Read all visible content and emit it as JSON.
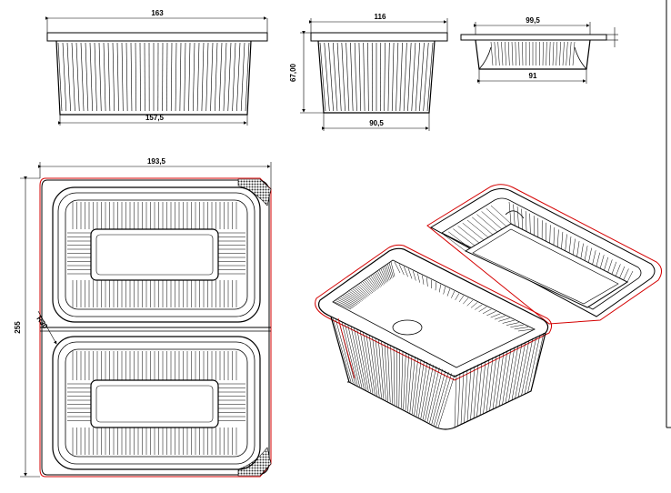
{
  "drawing": {
    "front_view": {
      "top_width": "163",
      "bottom_width": "157,5"
    },
    "side_view": {
      "top_width": "116",
      "bottom_width": "90,5",
      "height": "67,00"
    },
    "lid_view": {
      "top_width": "99,5",
      "bottom_width": "91"
    },
    "plan_view": {
      "width": "193,5",
      "height": "255",
      "radius": "R30"
    }
  },
  "colors": {
    "line": "#000000",
    "outline_red": "#d40000",
    "hatch": "#333333"
  }
}
